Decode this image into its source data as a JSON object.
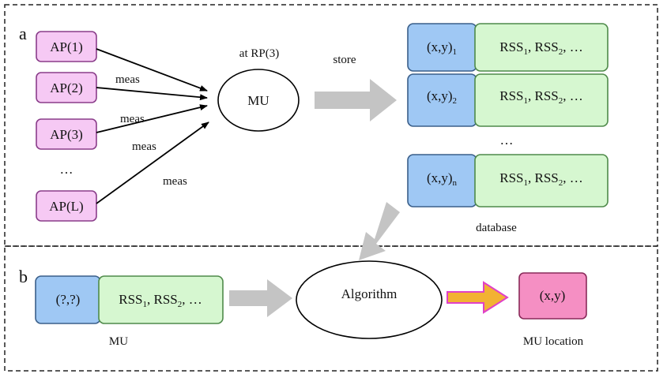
{
  "panels": {
    "a": {
      "letter": "a",
      "access_points": [
        "AP(1)",
        "AP(2)",
        "AP(3)",
        "…",
        "AP(L)"
      ],
      "meas_labels": [
        "meas",
        "meas",
        "meas",
        "meas"
      ],
      "rp_label": "at RP(3)",
      "mu_label": "MU",
      "store_label": "store",
      "db_rows": [
        {
          "coord_base": "(x,y)",
          "coord_sub": "1",
          "rss": [
            "RSS",
            "1",
            ", RSS",
            "2",
            ", …"
          ]
        },
        {
          "coord_base": "(x,y)",
          "coord_sub": "2",
          "rss": [
            "RSS",
            "1",
            ", RSS",
            "2",
            ", …"
          ]
        },
        {
          "coord_base": "(x,y)",
          "coord_sub": "n",
          "rss": [
            "RSS",
            "1",
            ", RSS",
            "2",
            ", …"
          ]
        }
      ],
      "db_ellipsis": "…",
      "database_label": "database"
    },
    "b": {
      "letter": "b",
      "query_coord": "(?,?)",
      "query_rss": [
        "RSS",
        "1",
        ", RSS",
        "2",
        ", …"
      ],
      "mu_label": "MU",
      "algorithm_label": "Algorithm",
      "result_coord": "(x,y)",
      "result_label": "MU location"
    }
  },
  "colors": {
    "ap_fill": "#f6c9f4",
    "ap_stroke": "#8a3d8a",
    "coord_fill": "#9fc8f4",
    "rss_fill": "#d6f7d0",
    "result_fill": "#f58fc3",
    "gray_arrow": "#c4c4c4",
    "orange_arrow": "#f2b233",
    "magenta_outline": "#e040c8"
  }
}
